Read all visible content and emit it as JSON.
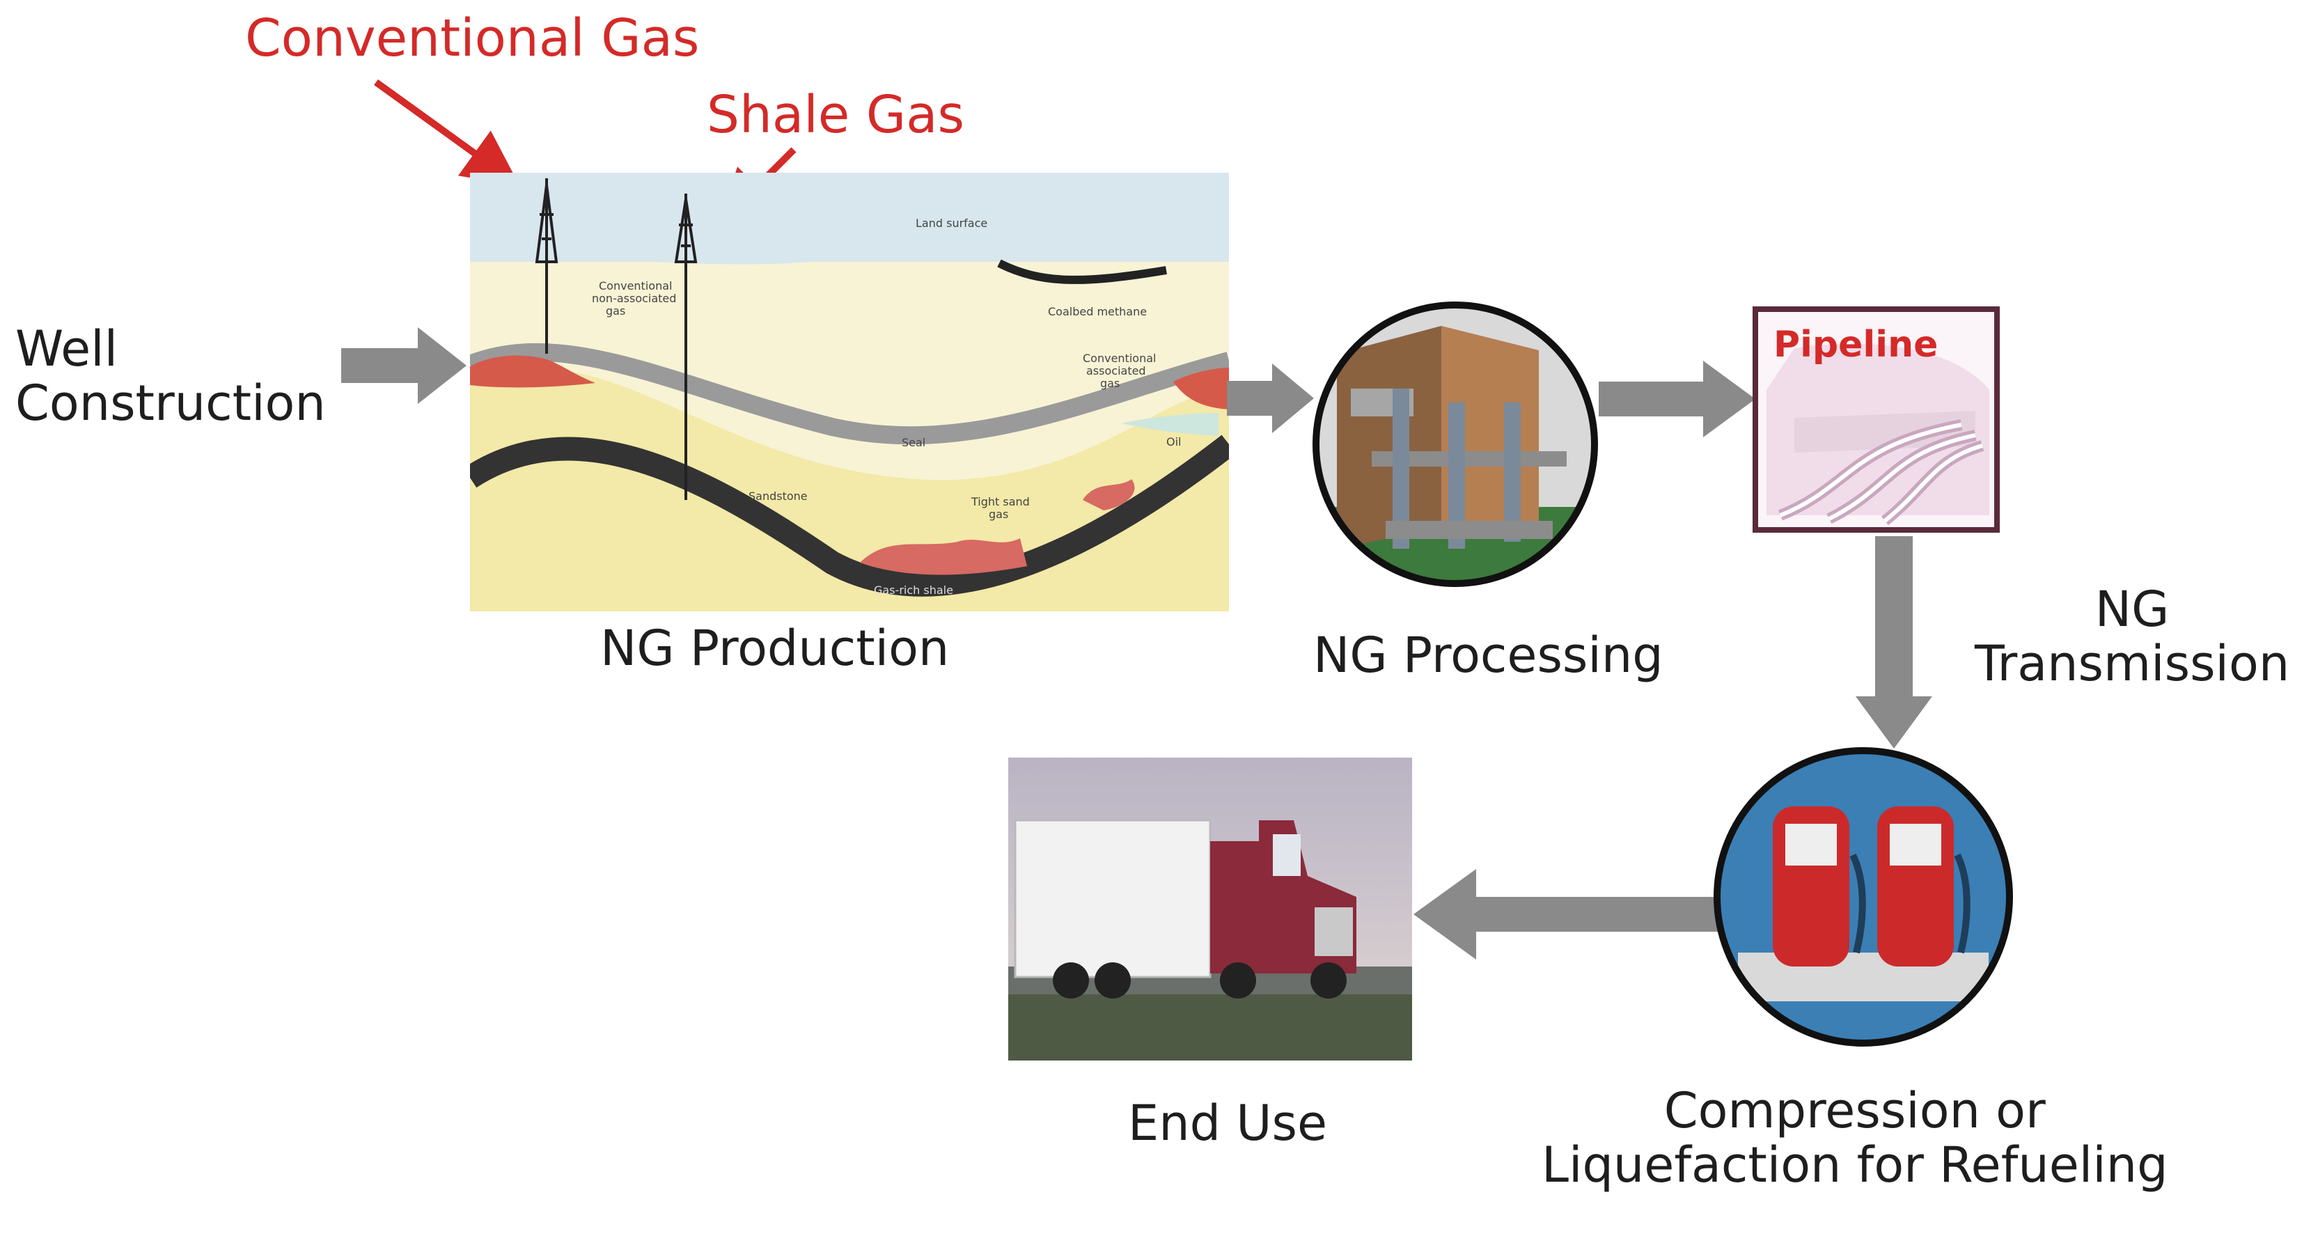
{
  "annotations": {
    "conventional_gas": "Conventional Gas",
    "shale_gas": "Shale Gas"
  },
  "stages": {
    "well_construction": [
      "Well",
      "Construction"
    ],
    "ng_production": "NG Production",
    "ng_processing": "NG Processing",
    "ng_transmission": [
      "NG",
      "Transmission"
    ],
    "compression": [
      "Compression or",
      "Liquefaction for Refueling"
    ],
    "end_use": "End Use"
  },
  "geology_labels": {
    "land_surface": "Land surface",
    "conventional_nonassociated": [
      "Conventional",
      "non-associated",
      "gas"
    ],
    "coalbed_methane": "Coalbed methane",
    "conventional_associated": [
      "Conventional",
      "associated",
      "gas"
    ],
    "seal": "Seal",
    "oil": "Oil",
    "sandstone": "Sandstone",
    "tight_sand": [
      "Tight sand",
      "gas"
    ],
    "gas_rich_shale": "Gas-rich shale"
  },
  "pipeline_label": "Pipeline",
  "colors": {
    "annotation_red": "#d42a28",
    "arrow_gray": "#8a8a8a",
    "text": "#1e1e1e"
  }
}
